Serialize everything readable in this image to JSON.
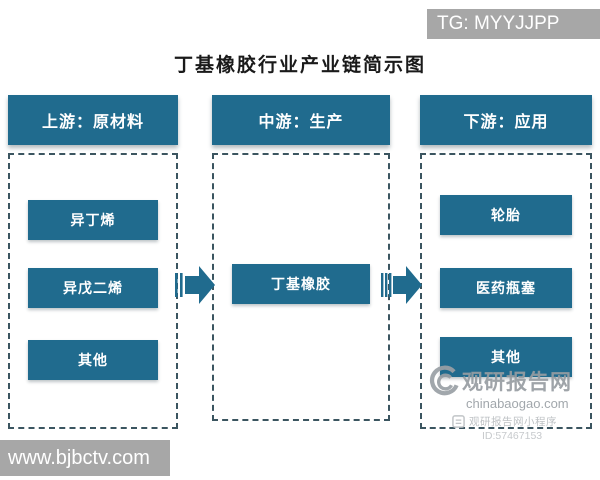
{
  "title": "丁基橡胶行业产业链简示图",
  "tg_badge": "TG: MYYJJPP",
  "site_banner": "www.bjbctv.com",
  "columns": [
    {
      "header": "上游：原材料",
      "items": [
        "异丁烯",
        "异戊二烯",
        "其他"
      ]
    },
    {
      "header": "中游：生产",
      "items": [
        "丁基橡胶"
      ]
    },
    {
      "header": "下游：应用",
      "items": [
        "轮胎",
        "医药瓶塞",
        "其他"
      ]
    }
  ],
  "watermark": {
    "brand": "观研报告网",
    "domain": "chinabaogao.com",
    "sub_label": "观研报告网小程序",
    "sub_id": "ID:57467153"
  },
  "colors": {
    "node_teal": "#206b8e",
    "dashed_border": "#3b5560",
    "badge_gray": "#a7a7a7",
    "watermark_gray": "#9aa0a5"
  }
}
